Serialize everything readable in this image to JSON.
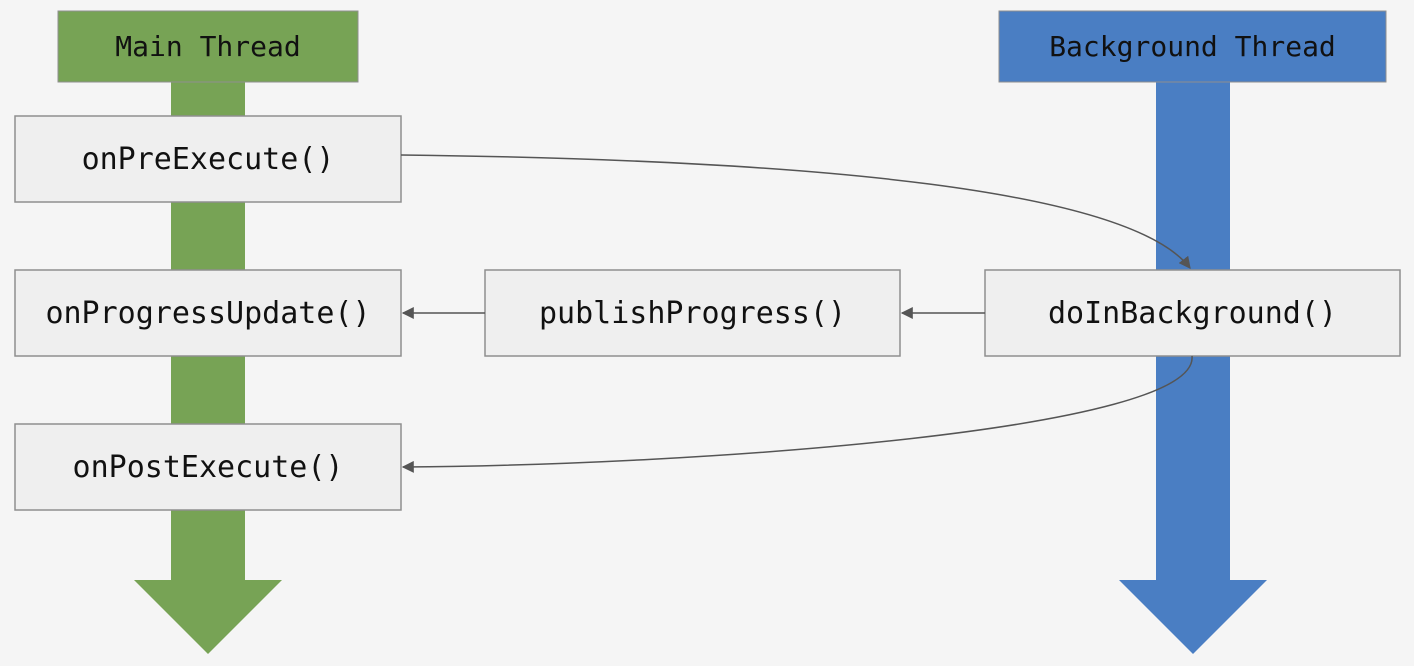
{
  "headers": {
    "main": "Main Thread",
    "background": "Background Thread"
  },
  "boxes": {
    "pre_execute": "onPreExecute()",
    "progress_update": "onProgressUpdate()",
    "post_execute": "onPostExecute()",
    "publish_progress": "publishProgress()",
    "do_in_background": "doInBackground()"
  },
  "colors": {
    "main_thread": "#77a355",
    "background_thread": "#4a7ec3",
    "box_fill": "#efefef",
    "box_stroke": "#8f8f8f",
    "connector": "#555555",
    "background": "#f5f5f5"
  }
}
